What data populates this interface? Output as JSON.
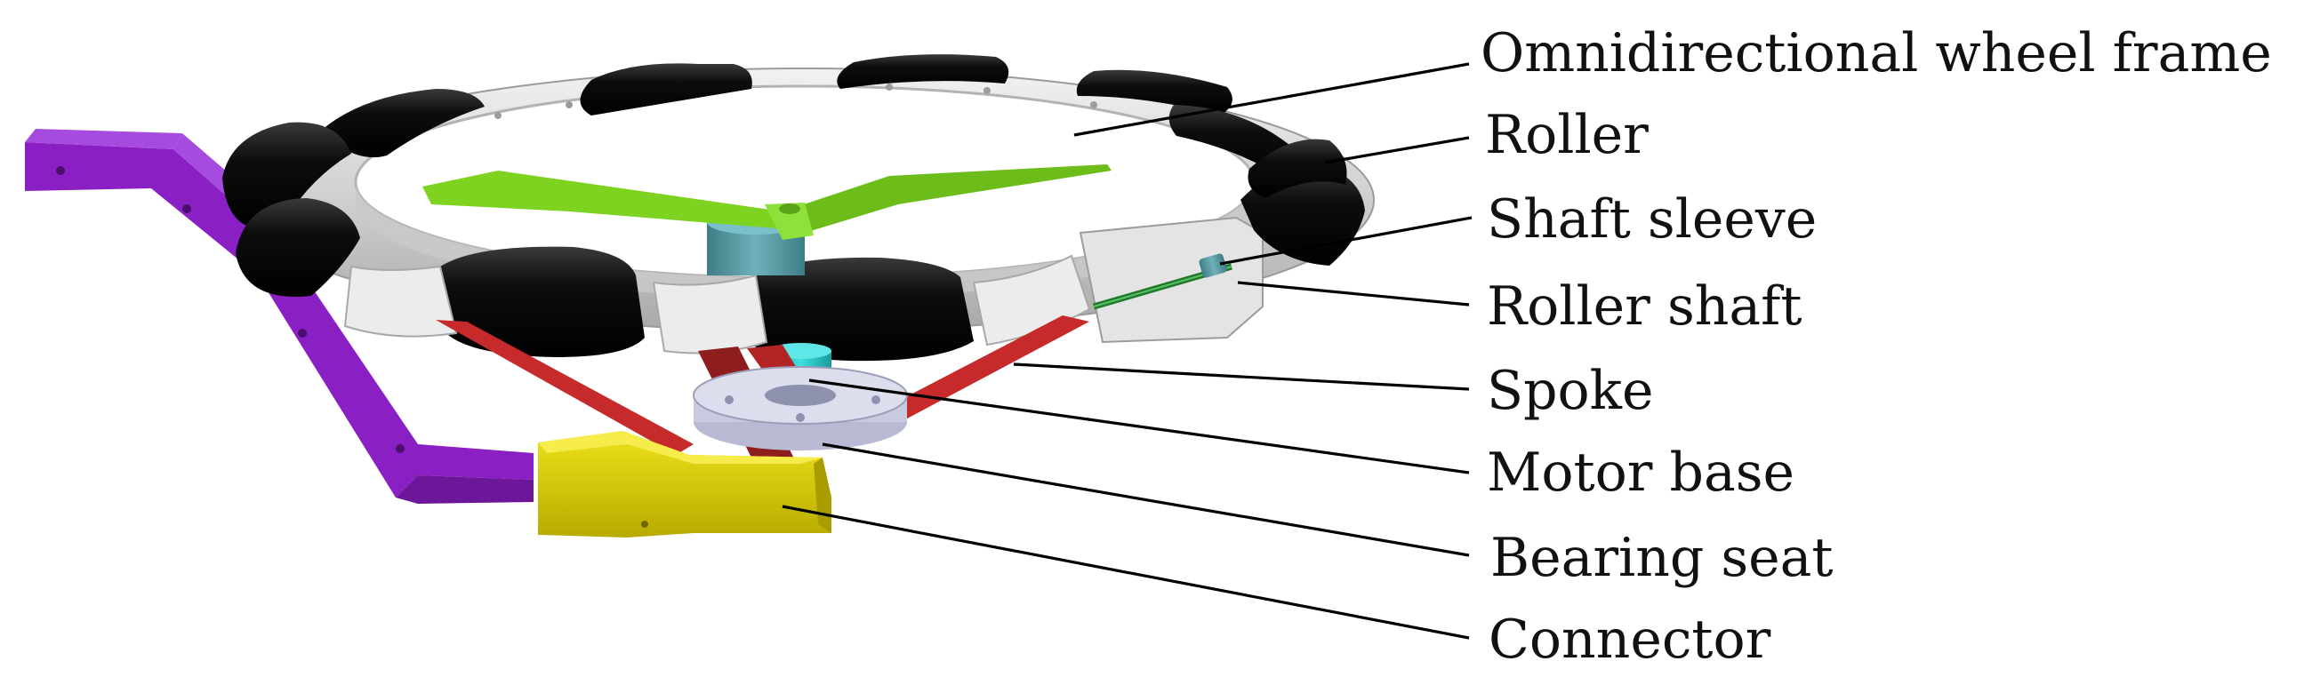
{
  "labels": {
    "wheel_frame": "Omnidirectional wheel frame",
    "roller": "Roller",
    "shaft_sleeve": "Shaft sleeve",
    "roller_shaft": "Roller shaft",
    "spoke": "Spoke",
    "motor_base": "Motor base",
    "bearing_seat": "Bearing seat",
    "connector": "Connector"
  },
  "colors": {
    "frame": "#d9d9d9",
    "roller": "#111111",
    "spoke": "#c62a2a",
    "arm": "#8a1fc4",
    "connector": "#d4c400",
    "motor": "#2fc9c9",
    "bearing": "#c9cbe0",
    "propeller": "#7ed321"
  }
}
